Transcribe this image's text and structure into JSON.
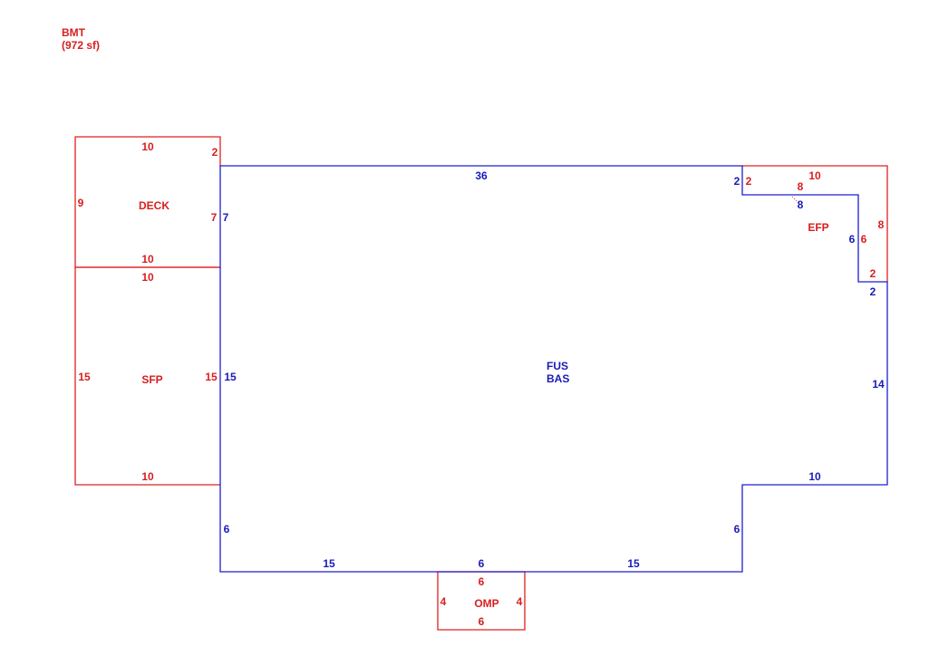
{
  "header": {
    "area_code": "BMT",
    "area_size": "(972 sf)"
  },
  "colors": {
    "addition_outline": "#e02020",
    "main_outline": "#1f1fd0"
  },
  "main_structure": {
    "label_line1": "FUS",
    "label_line2": "BAS",
    "dims": {
      "top": "36",
      "left_upper": "7",
      "left_middle": "15",
      "left_lower": "6",
      "bottom_left": "15",
      "bottom_center": "6",
      "bottom_right": "15",
      "right_notch_vertical": "6",
      "right_notch_horizontal": "10",
      "right_side": "14",
      "right_top_step": "2",
      "efp_step_horizontal": "8",
      "efp_step_vertical": "6",
      "top_right_step": "2"
    }
  },
  "deck": {
    "label": "DECK",
    "dims": {
      "top": "10",
      "left": "9",
      "right_top": "2",
      "right": "7",
      "bottom": "10"
    }
  },
  "sfp": {
    "label": "SFP",
    "dims": {
      "top": "10",
      "left": "15",
      "right": "15",
      "bottom": "10"
    }
  },
  "efp": {
    "label": "EFP",
    "dims": {
      "top": "10",
      "left": "2",
      "inner_horizontal": "8",
      "inner_vertical": "6",
      "right": "8",
      "bottom": "2"
    }
  },
  "omp": {
    "label": "OMP",
    "dims": {
      "top": "6",
      "left": "4",
      "right": "4",
      "bottom": "6"
    }
  }
}
